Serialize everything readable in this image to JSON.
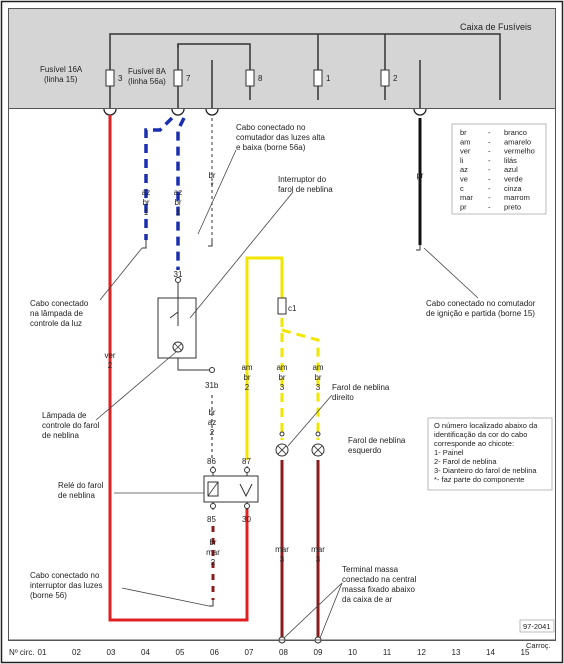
{
  "fuse_box": {
    "title": "Caixa de Fusíveis",
    "fuse16_label_1": "Fusível 16A",
    "fuse16_label_2": "(linha 15)",
    "fuse8_label_1": "Fusível 8A",
    "fuse8_label_2": "(linha 56a)",
    "fuse_numbers": [
      "3",
      "7",
      "8",
      "1",
      "2"
    ]
  },
  "annotations": {
    "farol_alto_1": "Cabo conectado no",
    "farol_alto_2": "comutador das luzes alta",
    "farol_alto_3": "e baixa (borne 56a)",
    "interruptor_1": "Interruptor do",
    "interruptor_2": "farol de neblina",
    "lampada_ctrl_1": "Cabo conectado",
    "lampada_ctrl_2": "na lâmpada de",
    "lampada_ctrl_3": "controle da luz",
    "ignicao_1": "Cabo conectado no comutador",
    "ignicao_2": "de ignição e partida (borne 15)",
    "lamp_neblina_1": "Lâmpada de",
    "lamp_neblina_2": "controle do farol",
    "lamp_neblina_3": "de neblina",
    "farol_dir_1": "Farol de neblina",
    "farol_dir_2": "direito",
    "farol_esq_1": "Farol de neblina",
    "farol_esq_2": "esquerdo",
    "rele_1": "Relé do farol",
    "rele_2": "de neblina",
    "int_luzes_1": "Cabo conectado no",
    "int_luzes_2": "interruptor das luzes",
    "int_luzes_3": "(borne 56)",
    "massa_1": "Terminal massa",
    "massa_2": "conectado na central",
    "massa_3": "massa fixado abaixo",
    "massa_4": "da caixa de ar"
  },
  "legend": [
    {
      "code": "br",
      "dash": "-",
      "name": "branco"
    },
    {
      "code": "am",
      "dash": "-",
      "name": "amarelo"
    },
    {
      "code": "ver",
      "dash": "-",
      "name": "vermelho"
    },
    {
      "code": "li",
      "dash": "-",
      "name": "lilás"
    },
    {
      "code": "az",
      "dash": "-",
      "name": "azul"
    },
    {
      "code": "ve",
      "dash": "-",
      "name": "verde"
    },
    {
      "code": "c",
      "dash": "-",
      "name": "cinza"
    },
    {
      "code": "mar",
      "dash": "-",
      "name": "marrom"
    },
    {
      "code": "pr",
      "dash": "-",
      "name": "preto"
    }
  ],
  "note": {
    "line1": "O número localizado abaixo da",
    "line2": "identificação da cor do cabo",
    "line3": "corresponde ao chicote:",
    "line4": "1- Painel",
    "line5": "2- Farol de neblina",
    "line6": "3- Dianteiro do farol de neblina",
    "line7": "*- faz parte do componente"
  },
  "wires": {
    "az_br_1a": [
      "az",
      "br",
      "1"
    ],
    "az_br_1b": [
      "az",
      "br",
      "1"
    ],
    "br_star": [
      "br",
      "*"
    ],
    "pr_star": [
      "pr",
      "*"
    ],
    "ver_2": [
      "ver",
      "2"
    ],
    "am_br_2": [
      "am",
      "br",
      "2"
    ],
    "am_br_3a": [
      "am",
      "br",
      "3"
    ],
    "am_br_3b": [
      "am",
      "br",
      "3"
    ],
    "br_az_2": [
      "br",
      "az",
      "2"
    ],
    "br_mar_2": [
      "br",
      "mar",
      "2"
    ],
    "mar_3a": [
      "mar",
      "3"
    ],
    "mar_3b": [
      "mar",
      "3"
    ]
  },
  "terminals": {
    "t31": "31",
    "t31b": "31b",
    "t86": "86",
    "t87": "87",
    "t85": "85",
    "t30": "30",
    "c1": "c1"
  },
  "footer": {
    "circ_label": "Nº circ.",
    "circuits": [
      "01",
      "02",
      "03",
      "04",
      "05",
      "06",
      "07",
      "08",
      "09",
      "10",
      "11",
      "12",
      "13",
      "14",
      "15"
    ],
    "code": "97-2041",
    "carroc": "Carroç."
  }
}
